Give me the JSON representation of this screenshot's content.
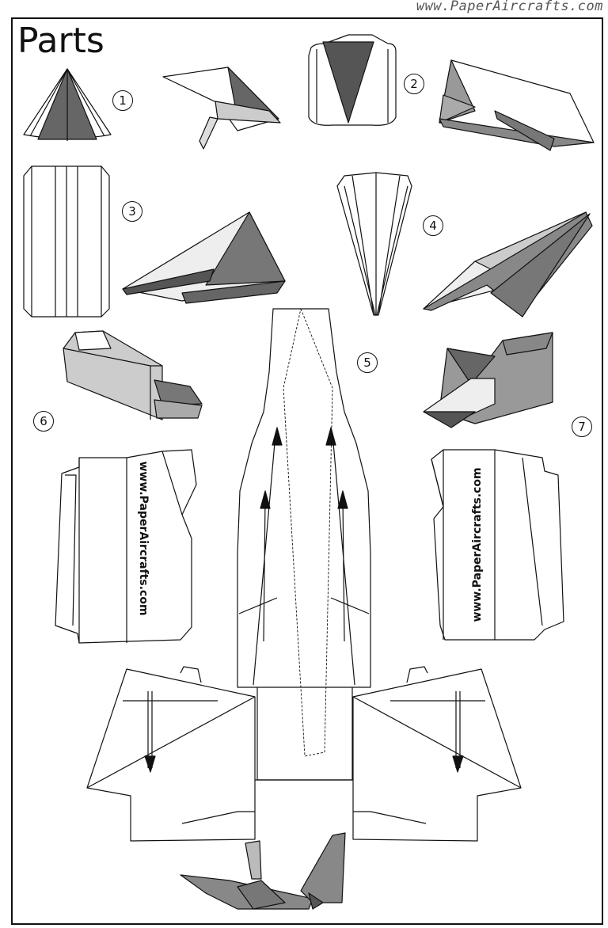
{
  "header": {
    "site_url": "www.PaperAircrafts.com"
  },
  "page": {
    "title": "Parts"
  },
  "parts": [
    "1",
    "2",
    "3",
    "4",
    "5",
    "6",
    "7"
  ],
  "panel_text": {
    "left": "www.PaperAircrafts.com",
    "right": "www.PaperAircrafts.com"
  }
}
